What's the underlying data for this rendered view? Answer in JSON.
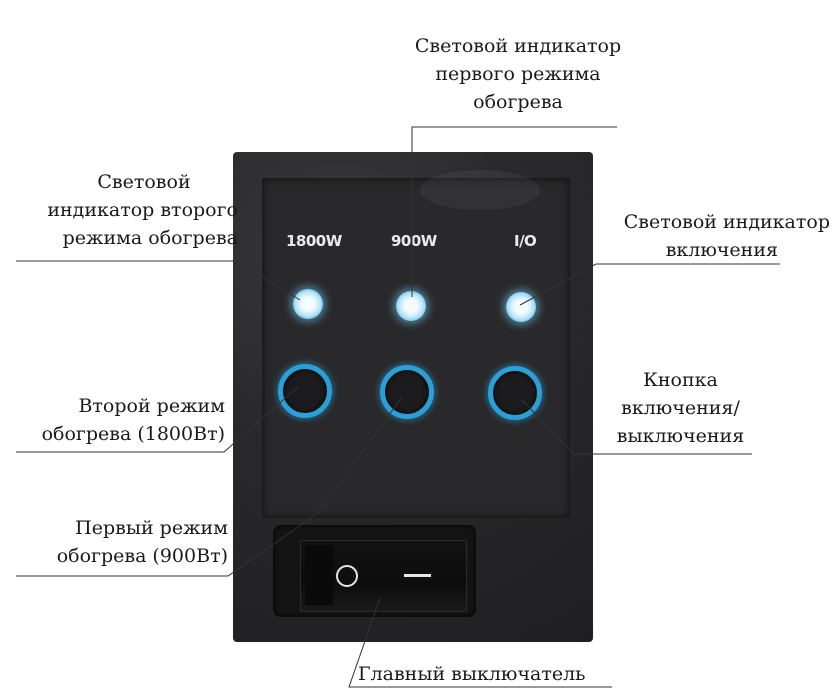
{
  "panel_labels": {
    "mode2": "1800W",
    "mode1": "900W",
    "power": "I/O"
  },
  "callouts": {
    "indicator_mode1": [
      "Световой индикатор",
      "первого режима",
      "обогрева"
    ],
    "indicator_mode2": [
      "Световой",
      "индикатор второго",
      "режима обогрева"
    ],
    "indicator_power": [
      "Световой индикатор",
      "включения"
    ],
    "button_mode2": [
      "Второй режим",
      "обогрева (1800Вт)"
    ],
    "button_power": [
      "Кнопка",
      "включения/",
      "выключения"
    ],
    "button_mode1": [
      "Первый режим",
      "обогрева (900Вт)"
    ],
    "main_switch": "Главный выключатель"
  },
  "colors": {
    "panel": "#262628",
    "led_glow": "#6ec8ee",
    "button_ring": "#2a9fd8"
  }
}
